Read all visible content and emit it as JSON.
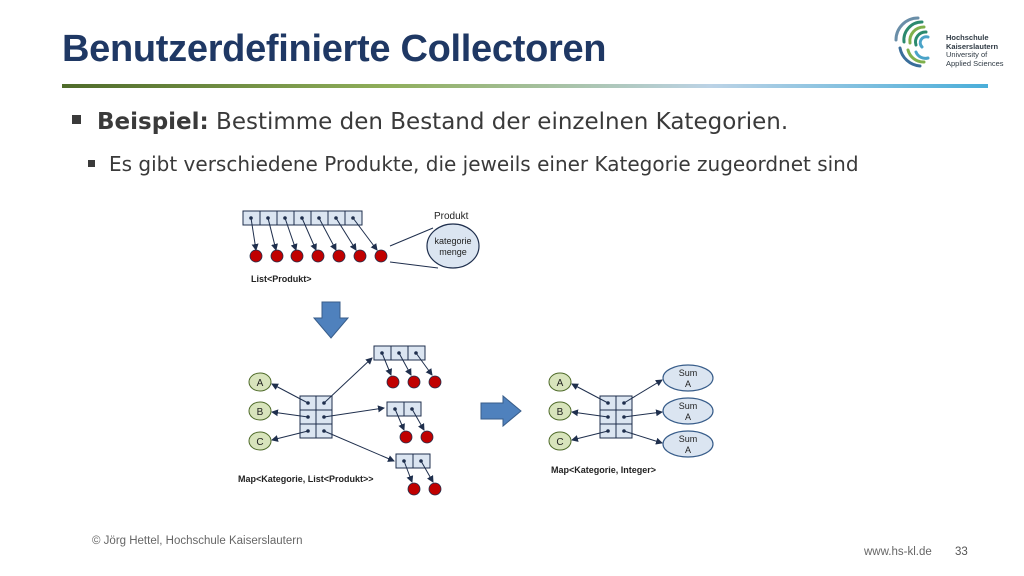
{
  "title": "Benutzerdefinierte Collectoren",
  "logo": {
    "line1": "Hochschule",
    "line2": "Kaiserslautern",
    "line3": "University of",
    "line4": "Applied Sciences"
  },
  "bullets": {
    "level1_bold": "Beispiel:",
    "level1_text": " Bestimme den Bestand der einzelnen Kategorien.",
    "level2_text": "Es gibt verschiedene Produkte, die jeweils einer Kategorie zugeordnet sind"
  },
  "diagram": {
    "product_label": "Produkt",
    "product_field1": "kategorie",
    "product_field2": "menge",
    "list_label": "List<Produkt>",
    "map1_label": "Map<Kategorie, List<Produkt>>",
    "map2_label": "Map<Kategorie, Integer>",
    "keys": [
      "A",
      "B",
      "C"
    ],
    "sum_line1": "Sum",
    "sum_line2": "A"
  },
  "footer": {
    "copyright": "© Jörg Hettel, Hochschule Kaiserslautern",
    "url": "www.hs-kl.de",
    "page": "33"
  },
  "colors": {
    "title": "#1f3864",
    "node_red": "#c00000",
    "key_green": "#d8e4bc",
    "sum_blue": "#dbe5f1",
    "arrow_blue": "#4f81bd"
  }
}
